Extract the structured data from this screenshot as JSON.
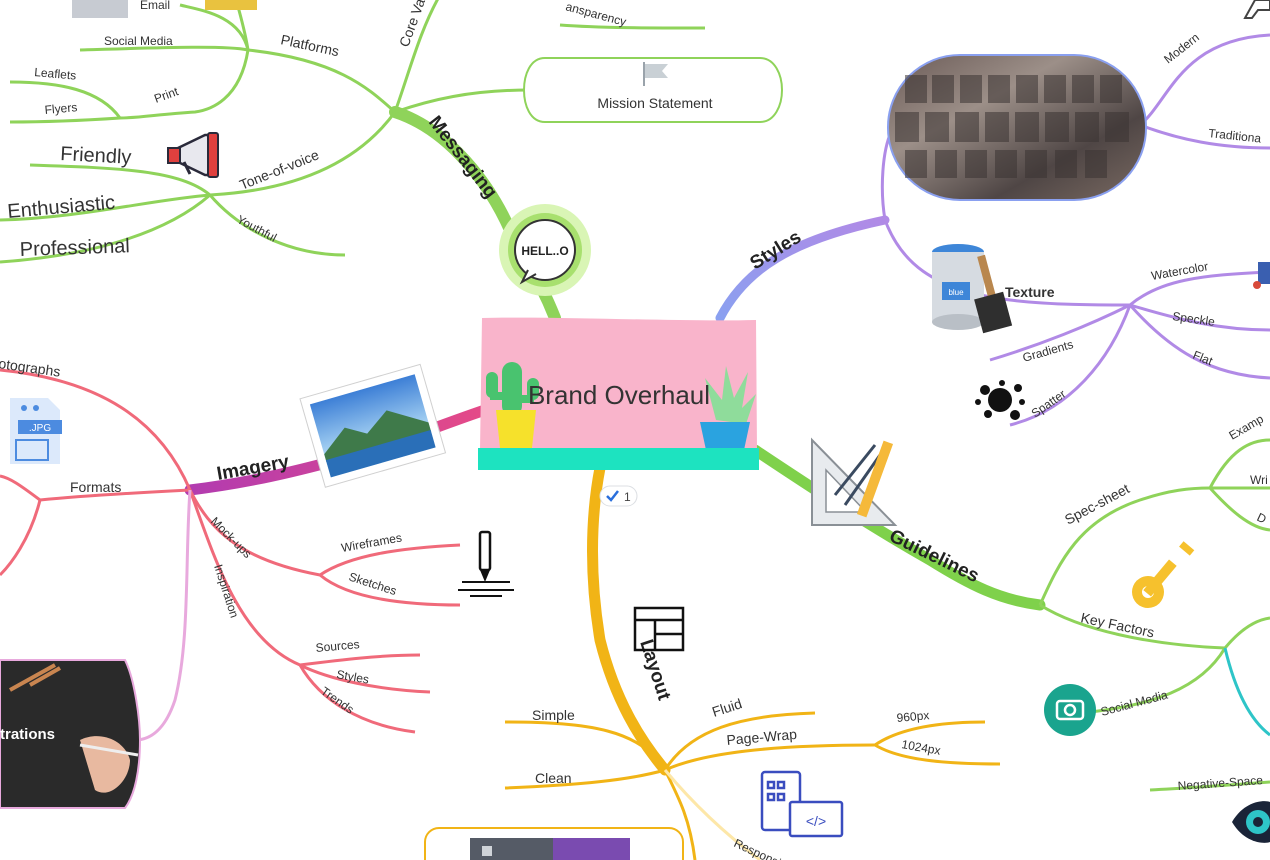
{
  "central": {
    "title": "Brand Overhaul",
    "task_count": "1"
  },
  "colors": {
    "messaging": "#8fd35a",
    "styles": "#a98ee8",
    "guidelines": "#7fd14b",
    "imagery": "#f06a7a",
    "layout": "#f1b416",
    "central_bg": "#f9b4cb",
    "shelf": "#1de3c0"
  },
  "branches": {
    "messaging": {
      "label": "Messaging",
      "nodes": {
        "core": "Core Va",
        "transparency": "ansparency",
        "platforms": "Platforms",
        "email": "Email",
        "social_media": "Social Media",
        "print": "Print",
        "leaflets": "Leaflets",
        "flyers": "Flyers",
        "tone": "Tone-of-voice",
        "friendly": "Friendly",
        "enthusiastic": "Enthusiastic",
        "professional": "Professional",
        "youthful": "Youthful",
        "mission": "Mission Statement",
        "speech_bubble": "HELL..O"
      }
    },
    "styles": {
      "label": "Styles",
      "nodes": {
        "modern": "Modern",
        "traditional": "Traditiona",
        "texture": "Texture",
        "watercolor": "Watercolor",
        "speckle": "Speckle",
        "flat": "Flat",
        "gradients": "Gradients",
        "spatter": "Spatter",
        "paint_label": "blue"
      }
    },
    "guidelines": {
      "label": "Guidelines",
      "nodes": {
        "spec_sheet": "Spec-sheet",
        "examples": "Examp",
        "wri": "Wri",
        "d": "D",
        "key_factors": "Key Factors",
        "social_media": "Social Media",
        "negative_space": "Negative-Space"
      }
    },
    "imagery": {
      "label": "Imagery",
      "nodes": {
        "photographs": "otographs",
        "formats": "Formats",
        "jpg": ".JPG",
        "mockups": "Mock-ups",
        "wireframes": "Wireframes",
        "sketches": "Sketches",
        "inspiration": "Inspiration",
        "sources": "Sources",
        "styles": "Styles",
        "trends": "Trends",
        "illustrations": "trations"
      }
    },
    "layout": {
      "label": "Layout",
      "nodes": {
        "simple": "Simple",
        "clean": "Clean",
        "fluid": "Fluid",
        "page_wrap": "Page-Wrap",
        "w960": "960px",
        "w1024": "1024px",
        "responsive": "Responsi"
      }
    }
  }
}
